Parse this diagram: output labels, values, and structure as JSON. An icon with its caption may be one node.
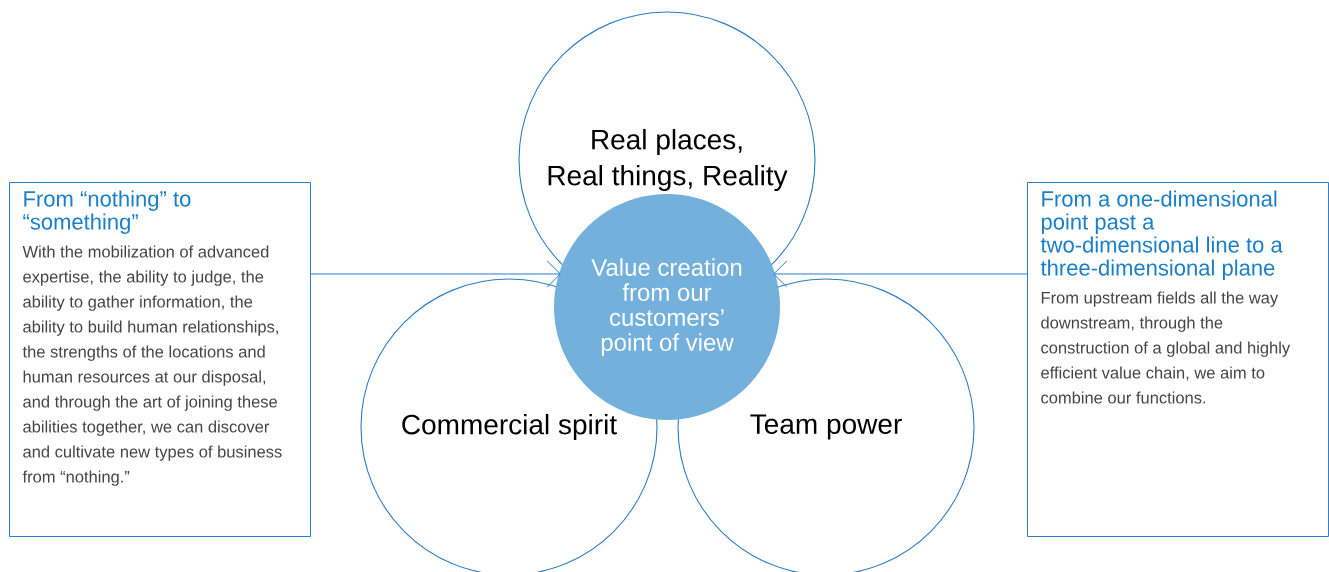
{
  "diagram": {
    "nodes": [
      {
        "text": [
          "From “nothing” to “something”",
          "With the mobilization of advanced expertise, the ability to judge, the ability to gather information, the ability to build human relationships, the strengths of the locations and human resources at our disposal, and through the art of joining these abilities together, we can discover and cultivate new types of business from “nothing.”"
        ]
      },
      {
        "text": [
          "Real places, Real things, Reality"
        ]
      },
      {
        "text": [
          "From a one-dimensional point past a two-dimensional line to a three-dimensional plane",
          "From upstream fields all the way downstream, through the construction of a global and highly efficient value chain, we aim to combine our functions."
        ]
      },
      {
        "text": [
          "Commercial spirit"
        ]
      },
      {
        "text": [
          "Team power"
        ]
      },
      {
        "text": [
          "Value creation from our customers’ point of view"
        ]
      }
    ],
    "edges": [
      {
        "from": 0,
        "to": 5,
        "arrow": "to"
      },
      {
        "from": 2,
        "to": 5,
        "arrow": "to"
      }
    ]
  }
}
